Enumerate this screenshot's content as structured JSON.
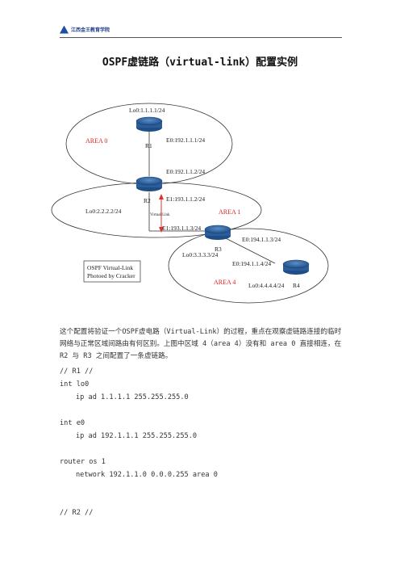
{
  "header": {
    "logo_text": "江西金王教育学院"
  },
  "title": "OSPF虚链路（virtual-link）配置实例",
  "diagram": {
    "r1_lo0": "Lo0:1.1.1.1/24",
    "r1_e0": "E0:192.1.1.1/24",
    "r1_name": "R1",
    "area0": "AREA 0",
    "r2_e0": "E0:192.1.1.2/24",
    "r2_e1": "E1:193.1.1.2/24",
    "r2_name": "R2",
    "r2_lo0": "Lo0:2.2.2.2/24",
    "area1": "AREA 1",
    "virtual_link": "Virtual Link",
    "r3_e1": "E1:193.1.1.3/24",
    "r3_e0": "E0:194.1.1.3/24",
    "r3_name": "R3",
    "r3_lo0": "Lo0:3.3.3.3/24",
    "r4_e0": "E0:194.1.1.4/24",
    "r4_name": "R4",
    "r4_lo0": "Lo0:4.4.4.4/24",
    "area4": "AREA 4",
    "caption_line1": "OSPF Virtual-Link",
    "caption_line2": "Photoed by Cracker"
  },
  "paragraph": "这个配置将验证一个OSPF虚电路（Virtual-Link）的过程，重点在观察虚链路连接的临时网络与正常区域间路由有何区别。上图中区域 4（area 4）没有和 area 0 直接相连，在 R2 与 R3 之间配置了一条虚链路。",
  "code": {
    "r1_comment": "// R1 //",
    "int_lo0": "int lo0",
    "ip_lo0": "ip ad 1.1.1.1 255.255.255.0",
    "int_e0": "int e0",
    "ip_e0": "ip ad 192.1.1.1 255.255.255.0",
    "router_os": "router os 1",
    "network": "network 192.1.1.0 0.0.0.255 area 0",
    "r2_comment": "// R2 //"
  }
}
